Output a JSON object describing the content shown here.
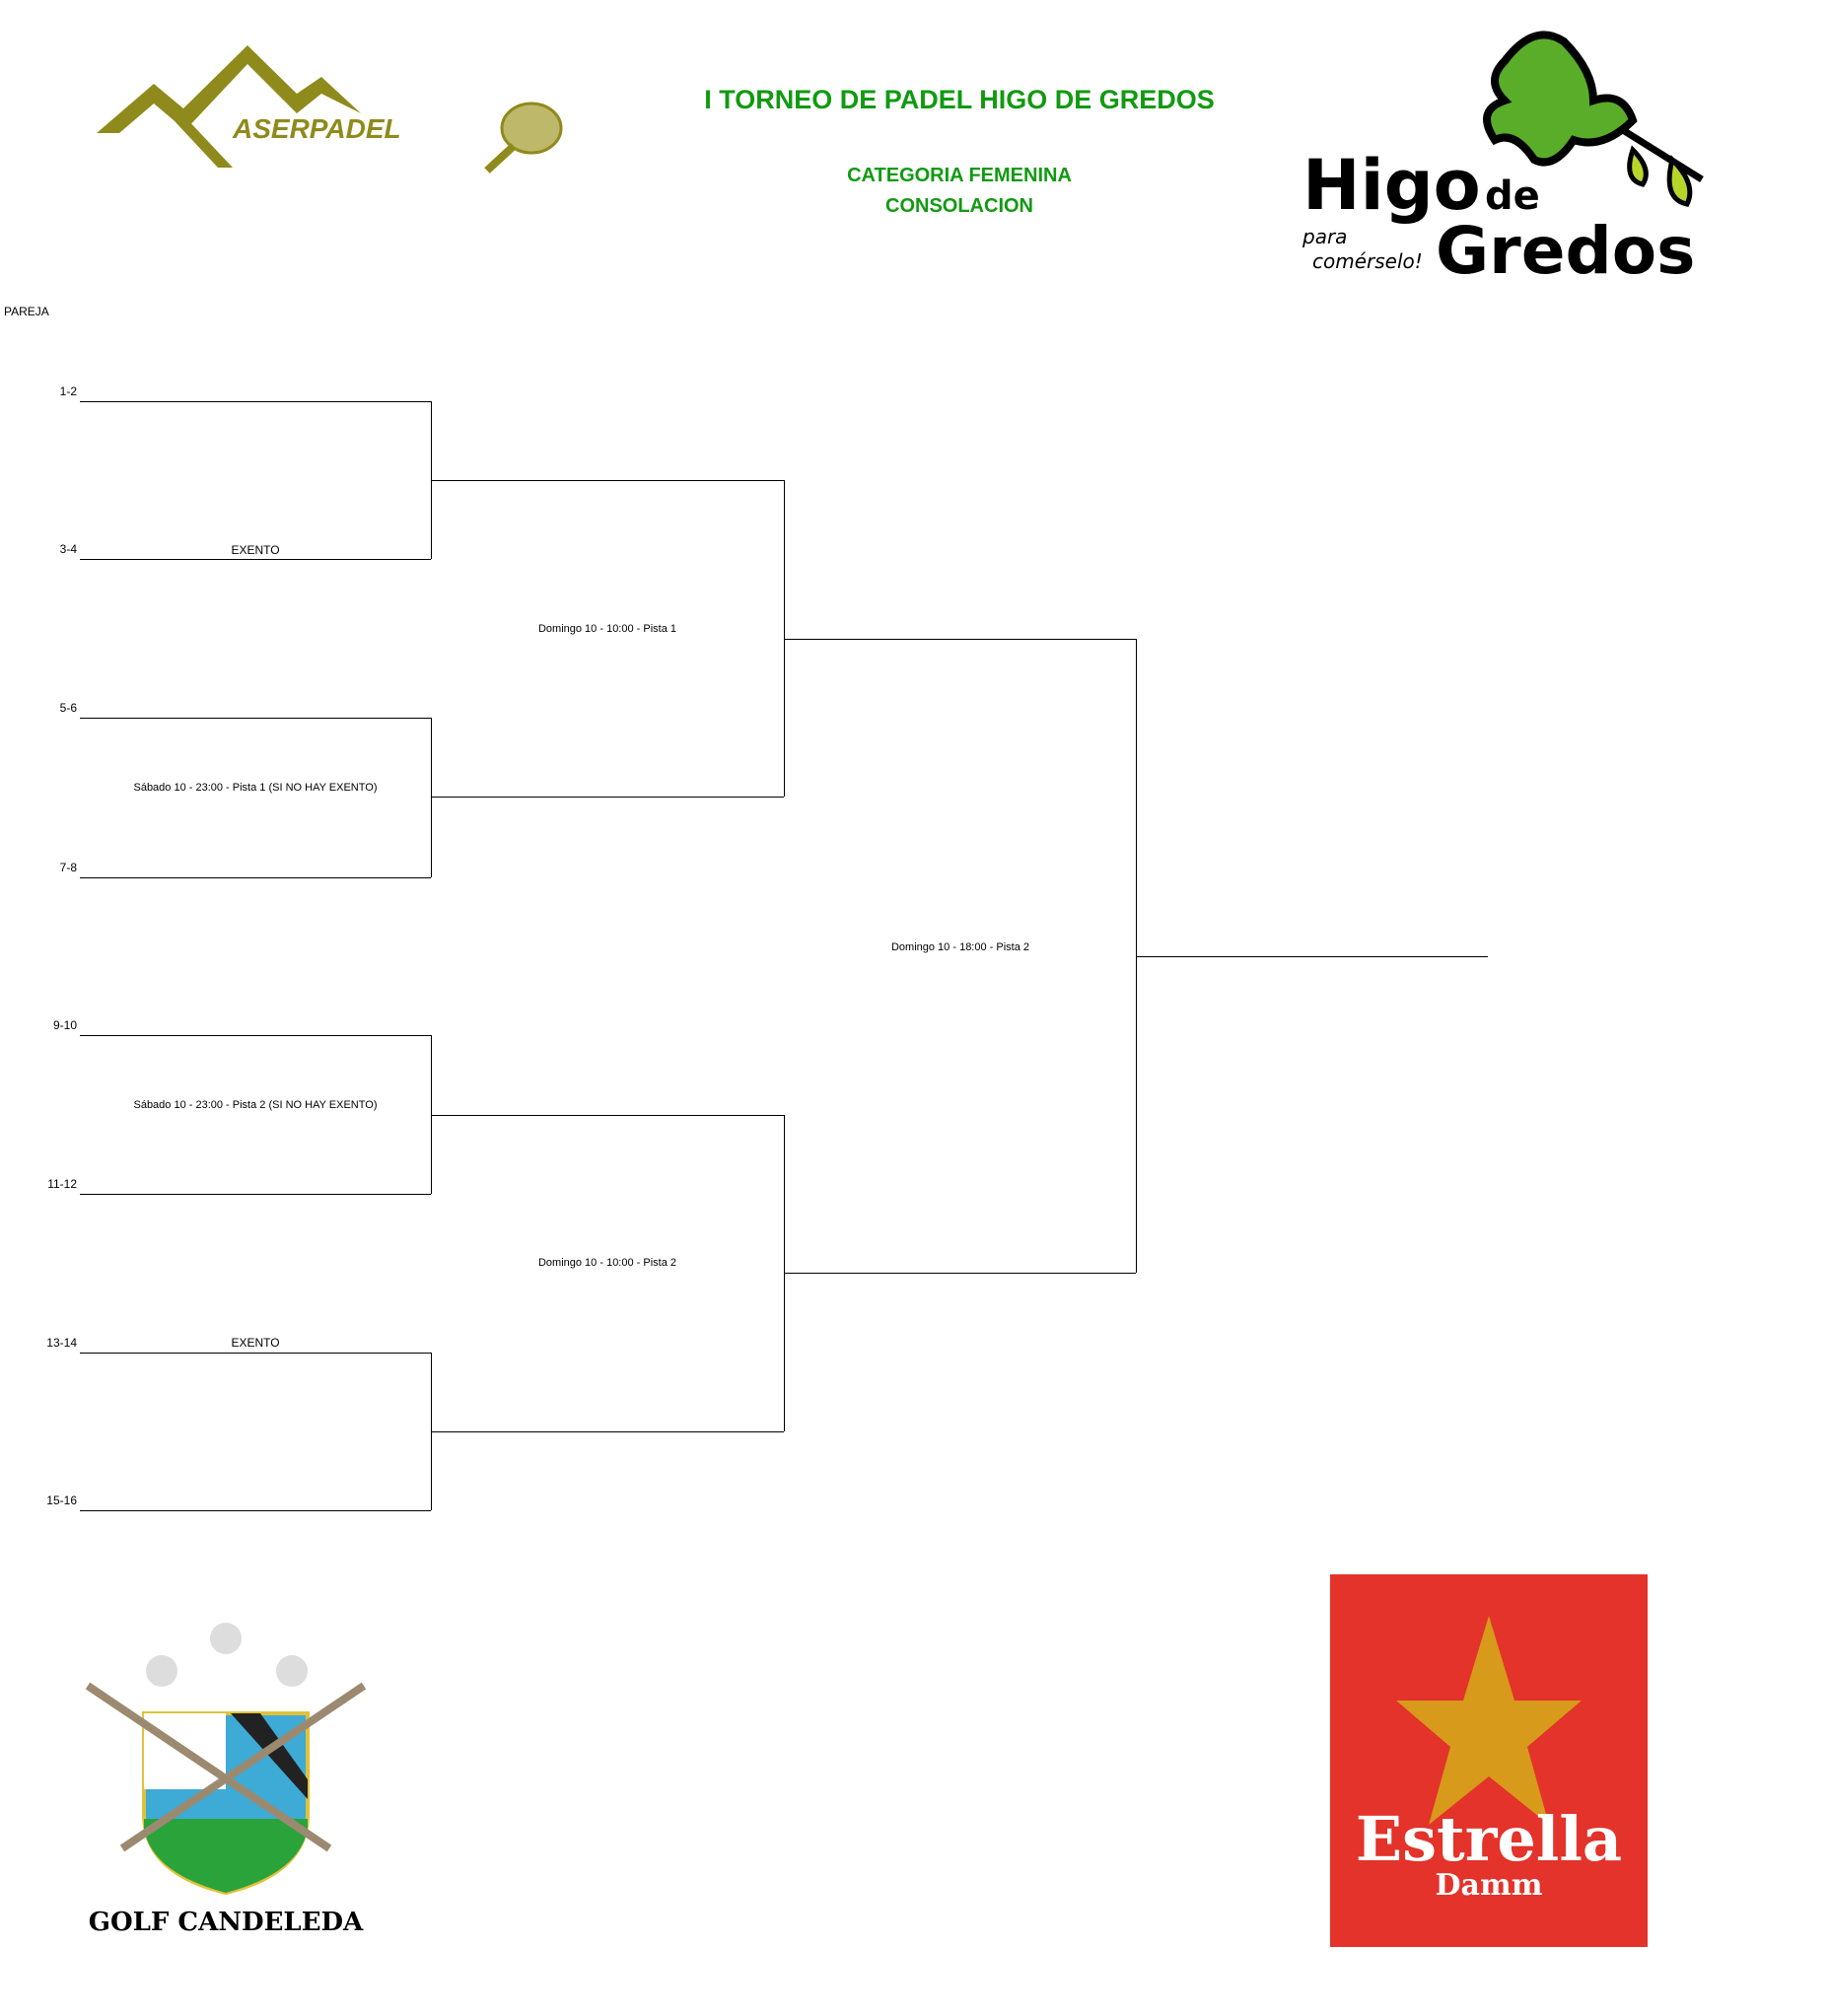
{
  "header": {
    "title": "I TORNEO DE PADEL HIGO DE GREDOS",
    "category": "CATEGORIA FEMENINA",
    "subcategory": "CONSOLACION",
    "accent_color": "#119a11"
  },
  "logos": {
    "aserpadel": "ASERPADEL",
    "higo_line1": "Higo",
    "higo_line2": "de",
    "higo_line3": "Gredos",
    "higo_tagline1": "para",
    "higo_tagline2": "comérselo!",
    "golf": "GOLF CANDELEDA",
    "estrella": "Estrella",
    "damm": "Damm"
  },
  "bracket": {
    "column_header": "PAREJA",
    "pairs": [
      "1-2",
      "3-4",
      "5-6",
      "7-8",
      "9-10",
      "11-12",
      "13-14",
      "15-16"
    ],
    "exento": "EXENTO",
    "round1": [
      "Sábado 10 - 23:00 - Pista 1 (SI NO HAY EXENTO)",
      "Sábado 10 - 23:00 - Pista 2 (SI NO HAY EXENTO)"
    ],
    "round2": [
      "Domingo 10 - 10:00 - Pista 1",
      "Domingo 10 - 10:00 - Pista 2"
    ],
    "final": "Domingo 10 - 18:00 - Pista 2"
  }
}
